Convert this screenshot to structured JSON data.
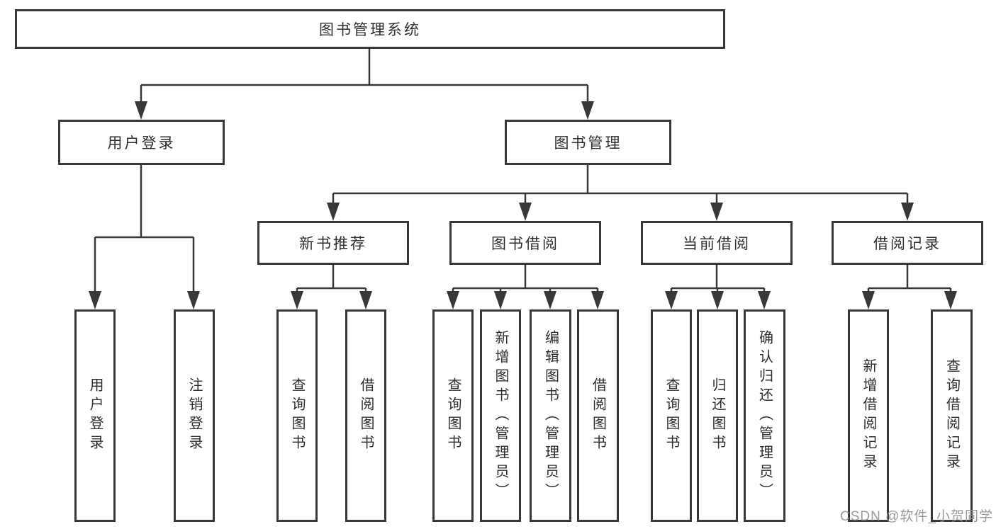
{
  "diagram": {
    "root": "图书管理系统",
    "branches": [
      "用户登录",
      "图书管理"
    ],
    "modules": [
      "新书推荐",
      "图书借阅",
      "当前借阅",
      "借阅记录"
    ],
    "leaves": [
      "用户登录",
      "注销登录",
      "查询图书",
      "借阅图书",
      "查询图书",
      "新增图书（管理员）",
      "编辑图书（管理员）",
      "借阅图书",
      "查询图书",
      "归还图书",
      "确认归还（管理员）",
      "新增借阅记录",
      "查询借阅记录"
    ]
  },
  "watermark": "CSDN @软件_小贺同学",
  "colors": {
    "line": "#383838",
    "text": "#2e2e2e",
    "watermark": "#929292",
    "background": "#ffffff"
  }
}
